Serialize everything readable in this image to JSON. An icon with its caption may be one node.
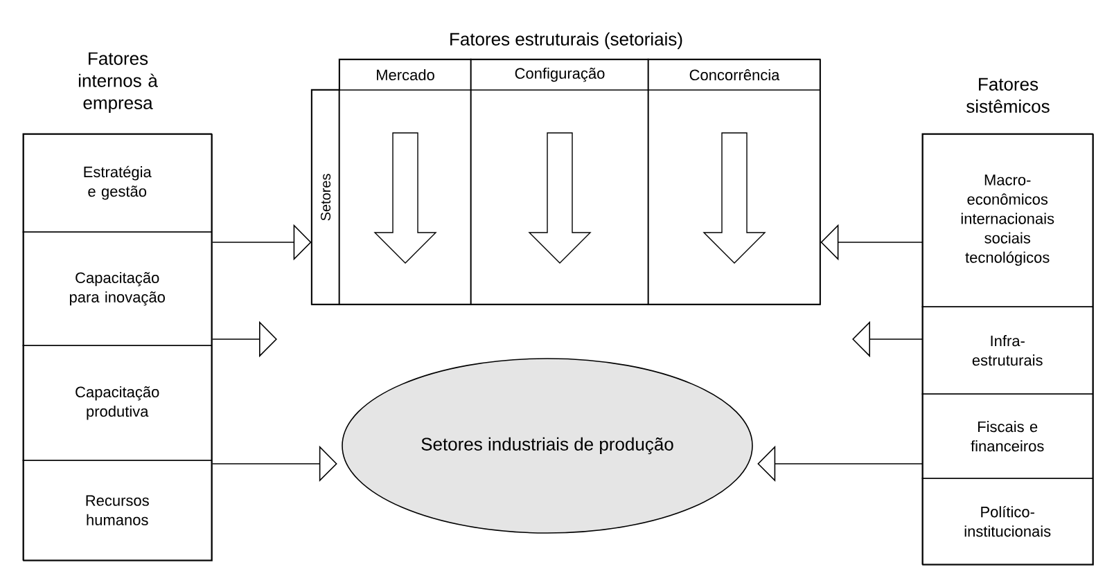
{
  "diagram": {
    "nodes": [
      {
        "text": [
          "Fatores internos à empresa"
        ]
      },
      {
        "text": [
          "Estratégia e gestão"
        ],
        "in": 0
      },
      {
        "text": [
          "Capacitação para inovação"
        ],
        "in": 0
      },
      {
        "text": [
          "Capacitação produtiva"
        ],
        "in": 0
      },
      {
        "text": [
          "Recursos humanos"
        ],
        "in": 0
      },
      {
        "text": [
          "Fatores estruturais (setoriais)"
        ]
      },
      {
        "text": [
          "Mercado"
        ],
        "in": 5
      },
      {
        "text": [
          "Configuração"
        ],
        "in": 5
      },
      {
        "text": [
          "Concorrência"
        ],
        "in": 5
      },
      {
        "text": [
          "Setores"
        ],
        "in": 5
      },
      {
        "text": [
          "Fatores sistêmicos"
        ]
      },
      {
        "text": [
          "Macro-econômicos internacionais sociais tecnológicos"
        ],
        "in": 10
      },
      {
        "text": [
          "Infra-estruturais"
        ],
        "in": 10
      },
      {
        "text": [
          "Fiscais e financeiros"
        ],
        "in": 10
      },
      {
        "text": [
          "Político-institucionais"
        ],
        "in": 10
      },
      {
        "text": [
          "Setores industriais de produção"
        ]
      }
    ],
    "edges": [
      {
        "from": 0,
        "to": 5,
        "arrow": "to"
      },
      {
        "from": 0,
        "to": null,
        "arrow": "to"
      },
      {
        "from": 0,
        "to": 15,
        "arrow": "to"
      },
      {
        "from": 10,
        "to": 5,
        "arrow": "to"
      },
      {
        "from": 10,
        "to": null,
        "arrow": "to"
      },
      {
        "from": 10,
        "to": 15,
        "arrow": "to"
      }
    ]
  }
}
